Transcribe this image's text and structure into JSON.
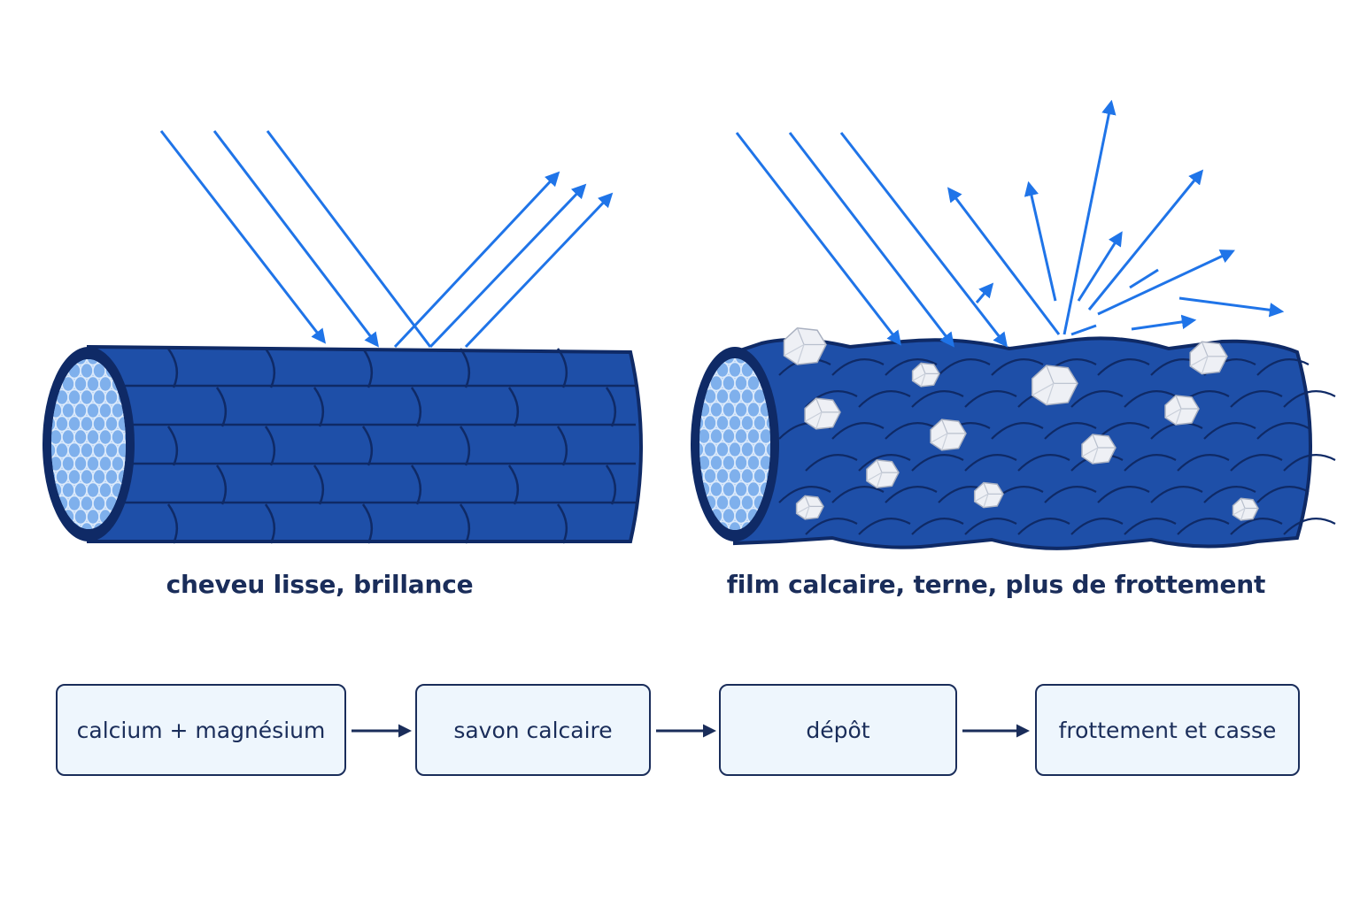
{
  "left_panel": {
    "caption": "cheveu lisse, brillance"
  },
  "right_panel": {
    "caption": "film calcaire, terne, plus de frottement"
  },
  "flow": {
    "steps": [
      "calcium + magnésium",
      "savon calcaire",
      "dépôt",
      "frottement et casse"
    ]
  },
  "colors": {
    "hair_blue": "#1e4fa8",
    "hair_outline": "#0f2a66",
    "light_ray": "#1f74e8",
    "core": "#9cc3f1",
    "box_fill": "#eef6fd",
    "text_dark": "#1a2d5a"
  }
}
